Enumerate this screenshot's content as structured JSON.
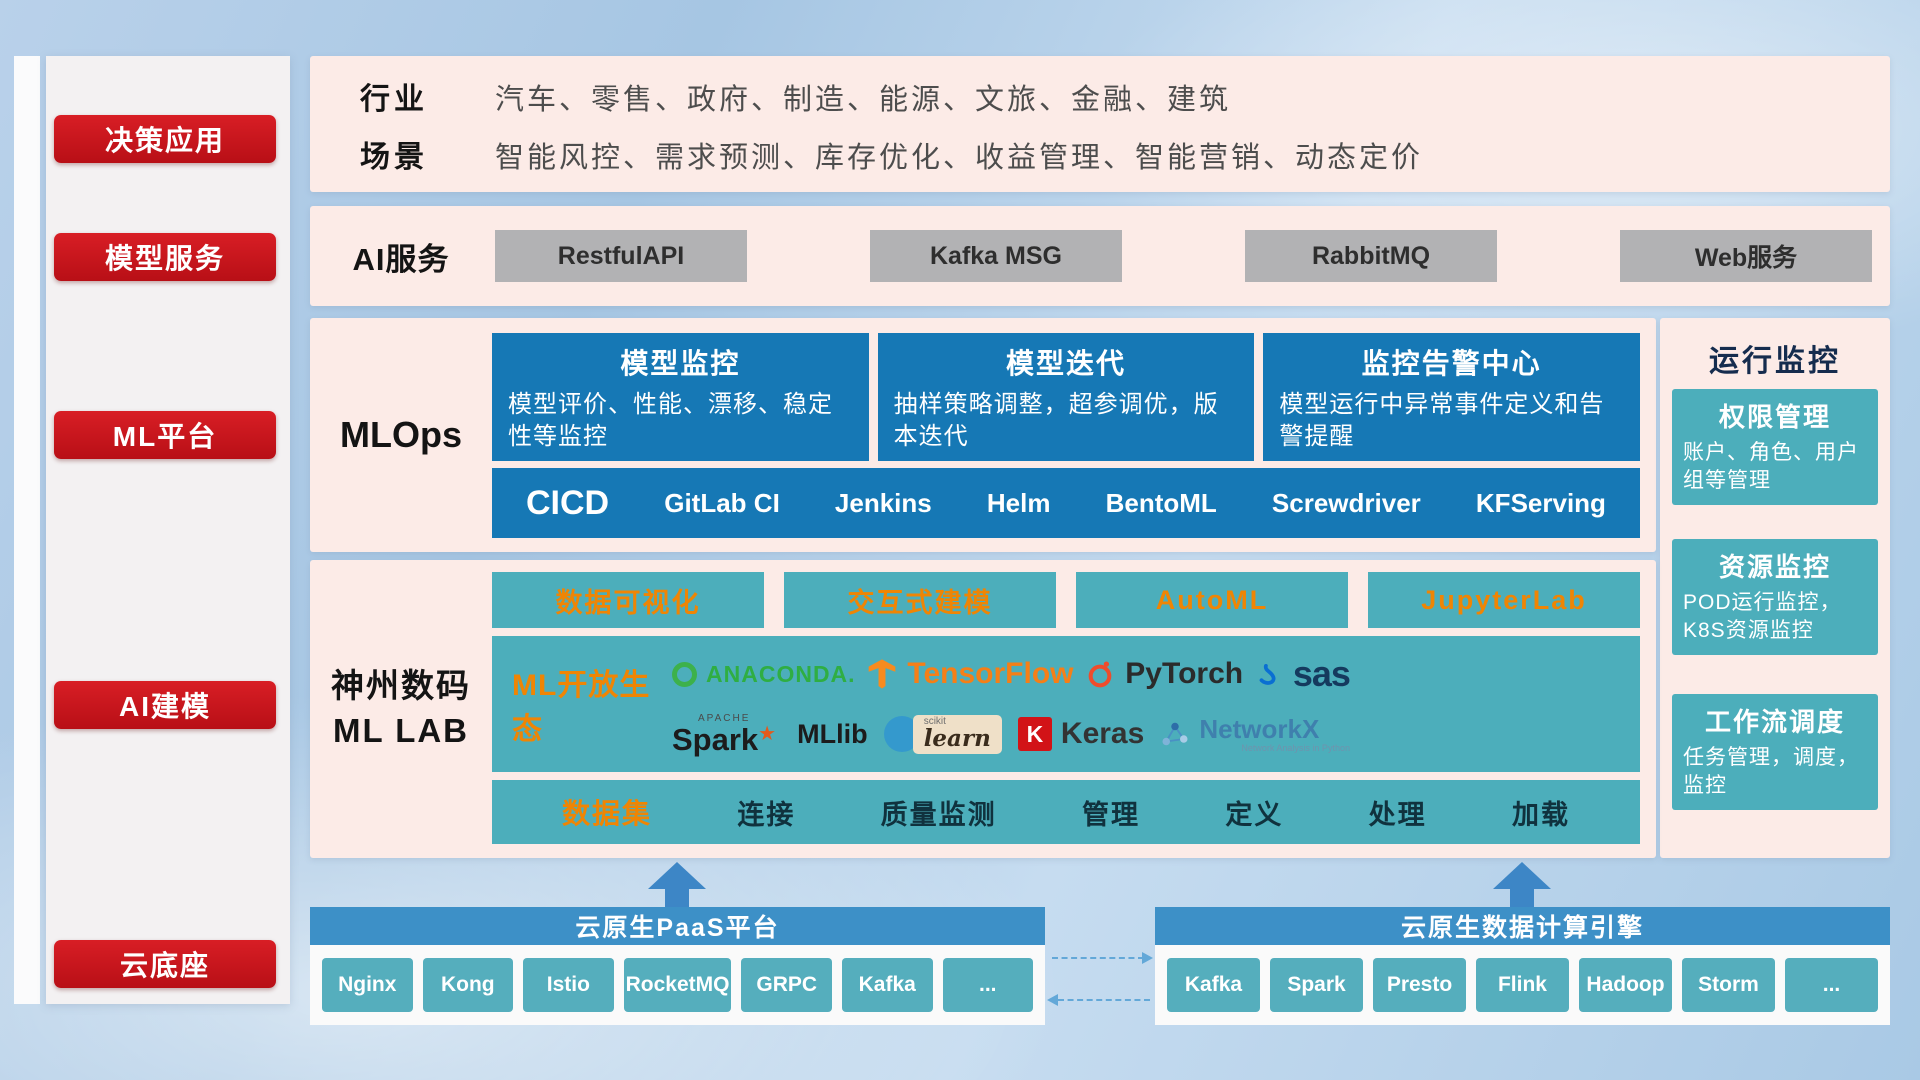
{
  "sidebar": {
    "items": [
      {
        "label": "决策应用"
      },
      {
        "label": "模型服务"
      },
      {
        "label": "ML平台"
      },
      {
        "label": "AI建模"
      },
      {
        "label": "云底座"
      }
    ]
  },
  "industry": {
    "rows": [
      {
        "label": "行业",
        "value": "汽车、零售、政府、制造、能源、文旅、金融、建筑"
      },
      {
        "label": "场景",
        "value": "智能风控、需求预测、库存优化、收益管理、智能营销、动态定价"
      }
    ]
  },
  "ai_service": {
    "label": "AI服务",
    "buttons": [
      "RestfulAPI",
      "Kafka MSG",
      "RabbitMQ",
      "Web服务"
    ]
  },
  "mlops": {
    "label": "MLOps",
    "cards": [
      {
        "title": "模型监控",
        "desc": "模型评价、性能、漂移、稳定性等监控"
      },
      {
        "title": "模型迭代",
        "desc": "抽样策略调整，超参调优，版本迭代"
      },
      {
        "title": "监控告警中心",
        "desc": "模型运行中异常事件定义和告警提醒"
      }
    ],
    "cicd": {
      "label": "CICD",
      "items": [
        "GitLab CI",
        "Jenkins",
        "Helm",
        "BentoML",
        "Screwdriver",
        "KFServing"
      ]
    }
  },
  "monitor": {
    "title": "运行监控",
    "cards": [
      {
        "title": "权限管理",
        "desc": "账户、角色、用户组等管理"
      },
      {
        "title": "资源监控",
        "desc": "POD运行监控，K8S资源监控"
      },
      {
        "title": "工作流调度",
        "desc": "任务管理，调度，监控"
      }
    ]
  },
  "mllab": {
    "label_line1": "神州数码",
    "label_line2": "ML LAB",
    "tools": [
      "数据可视化",
      "交互式建模",
      "AutoML",
      "JupyterLab"
    ],
    "ecosystem": {
      "label": "ML开放生态",
      "logos": {
        "anaconda": {
          "text": "ANACONDA."
        },
        "tensorflow": {
          "text": "TensorFlow"
        },
        "pytorch": {
          "text": "PyTorch"
        },
        "sas": {
          "text": "sas"
        },
        "spark": {
          "super": "APACHE",
          "text": "Spark",
          "lib": "MLlib"
        },
        "sklearn": {
          "super": "scikit",
          "text": "learn"
        },
        "keras": {
          "letter": "K",
          "text": "Keras"
        },
        "networkx": {
          "text": "NetworkX",
          "sub": "Network Analysis in Python"
        }
      }
    },
    "data_pipeline": {
      "first": "数据集",
      "items": [
        "连接",
        "质量监测",
        "管理",
        "定义",
        "处理",
        "加载"
      ]
    }
  },
  "foundation": {
    "paas": {
      "title": "云原生PaaS平台",
      "items": [
        "Nginx",
        "Kong",
        "Istio",
        "RocketMQ",
        "GRPC",
        "Kafka",
        "..."
      ]
    },
    "engine": {
      "title": "云原生数据计算引擎",
      "items": [
        "Kafka",
        "Spark",
        "Presto",
        "Flink",
        "Hadoop",
        "Storm",
        "..."
      ]
    }
  },
  "colors": {
    "accent_red": "#c9151b",
    "deep_blue": "#1678b5",
    "teal": "#4caebb",
    "bar_blue": "#3d90c7",
    "orange": "#ef8504",
    "panel_pink": "#fcebe7"
  }
}
